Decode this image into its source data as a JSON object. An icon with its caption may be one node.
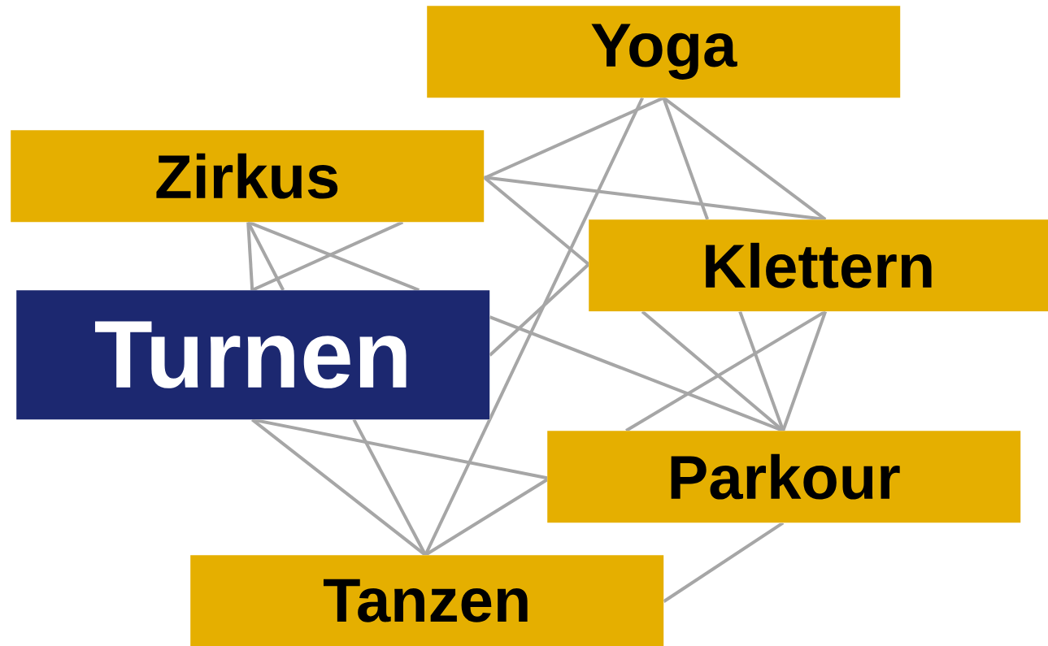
{
  "diagram": {
    "nodes": [
      {
        "text": [
          "Yoga"
        ]
      },
      {
        "text": [
          "Zirkus"
        ]
      },
      {
        "text": [
          "Klettern"
        ]
      },
      {
        "text": [
          "Turnen"
        ]
      },
      {
        "text": [
          "Parkour"
        ]
      },
      {
        "text": [
          "Tanzen"
        ]
      }
    ],
    "edges": [
      {
        "from": 0,
        "to": 1,
        "arrow": "none"
      },
      {
        "from": 0,
        "to": 2,
        "arrow": "none"
      },
      {
        "from": 0,
        "to": 2,
        "arrow": "none"
      },
      {
        "from": 0,
        "to": 5,
        "arrow": "none"
      },
      {
        "from": 1,
        "to": 2,
        "arrow": "none"
      },
      {
        "from": 1,
        "to": 2,
        "arrow": "none"
      },
      {
        "from": 1,
        "to": 3,
        "arrow": "none"
      },
      {
        "from": 1,
        "to": 3,
        "arrow": "none"
      },
      {
        "from": 1,
        "to": 3,
        "arrow": "none"
      },
      {
        "from": 1,
        "to": 3,
        "arrow": "none"
      },
      {
        "from": 2,
        "to": 3,
        "arrow": "none"
      },
      {
        "from": 2,
        "to": 4,
        "arrow": "none"
      },
      {
        "from": 2,
        "to": 4,
        "arrow": "none"
      },
      {
        "from": 2,
        "to": 4,
        "arrow": "none"
      },
      {
        "from": 2,
        "to": 4,
        "arrow": "none"
      },
      {
        "from": 3,
        "to": 4,
        "arrow": "none"
      },
      {
        "from": 3,
        "to": 4,
        "arrow": "none"
      },
      {
        "from": 3,
        "to": 5,
        "arrow": "none"
      },
      {
        "from": 3,
        "to": 5,
        "arrow": "none"
      },
      {
        "from": 4,
        "to": 5,
        "arrow": "none"
      },
      {
        "from": 4,
        "to": 5,
        "arrow": "none"
      }
    ]
  }
}
